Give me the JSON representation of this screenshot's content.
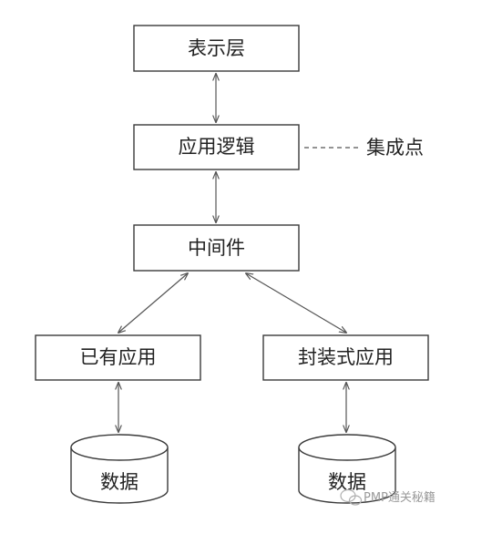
{
  "nodes": {
    "presentation": "表示层",
    "app_logic": "应用逻辑",
    "middleware": "中间件",
    "existing_app": "已有应用",
    "wrapped_app": "封装式应用",
    "data_left": "数据",
    "data_right": "数据"
  },
  "annotation": {
    "integration_point": "集成点"
  },
  "watermark": {
    "text": "PMP通关秘籍"
  },
  "colors": {
    "stroke": "#3a3a3a",
    "text": "#222222",
    "watermark": "#9a9a9a"
  }
}
